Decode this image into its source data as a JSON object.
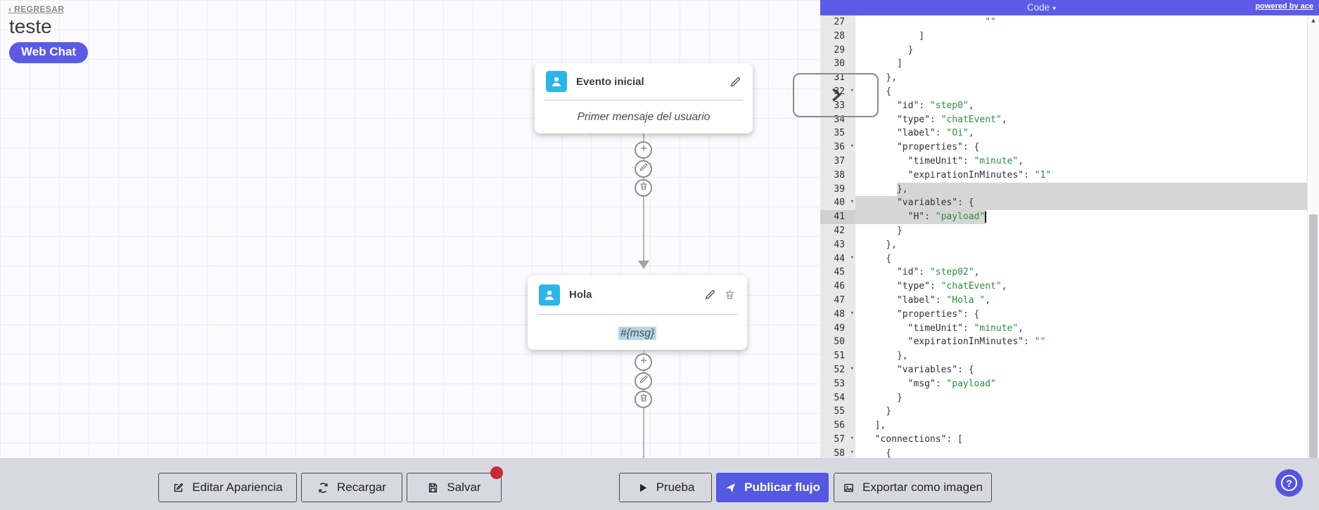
{
  "colors": {
    "accent": "#5b5be6",
    "node_icon_cyan": "#2cb5e8",
    "string_green": "#2d8c3e",
    "selection_gray": "#d6d6d6",
    "unsaved_dot_red": "#c62a3c"
  },
  "icons": {
    "caret_down": "▾",
    "up_arrow": "▲",
    "question": "?"
  },
  "header": {
    "back": "‹ REGRESAR",
    "title": "teste",
    "badge": "Web Chat"
  },
  "canvas": {
    "node1": {
      "title": "Evento inicial",
      "body": "Primer mensaje del usuario"
    },
    "node2": {
      "title": "Hola",
      "body": "#{msg}"
    }
  },
  "code_panel": {
    "title": "Code",
    "credit": "powered by ace",
    "lines": [
      {
        "n": 27,
        "t": "                      \"\""
      },
      {
        "n": 28,
        "t": "          ]"
      },
      {
        "n": 29,
        "t": "        }"
      },
      {
        "n": 30,
        "t": "      ]"
      },
      {
        "n": 31,
        "t": "    },"
      },
      {
        "n": 32,
        "t": "    {",
        "f": true
      },
      {
        "n": 33,
        "t": "      \"id\": \"step0\","
      },
      {
        "n": 34,
        "t": "      \"type\": \"chatEvent\","
      },
      {
        "n": 35,
        "t": "      \"label\": \"Oi\","
      },
      {
        "n": 36,
        "t": "      \"properties\": {",
        "f": true
      },
      {
        "n": 37,
        "t": "        \"timeUnit\": \"minute\","
      },
      {
        "n": 38,
        "t": "        \"expirationInMinutes\": \"1\""
      },
      {
        "n": 39,
        "t": "      },",
        "s": "tail"
      },
      {
        "n": 40,
        "t": "      \"variables\": {",
        "f": true,
        "s": "full"
      },
      {
        "n": 41,
        "t": "        \"H\": \"payload\"",
        "s": "head",
        "c": true,
        "a": true
      },
      {
        "n": 42,
        "t": "      }"
      },
      {
        "n": 43,
        "t": "    },"
      },
      {
        "n": 44,
        "t": "    {",
        "f": true
      },
      {
        "n": 45,
        "t": "      \"id\": \"step02\","
      },
      {
        "n": 46,
        "t": "      \"type\": \"chatEvent\","
      },
      {
        "n": 47,
        "t": "      \"label\": \"Hola \","
      },
      {
        "n": 48,
        "t": "      \"properties\": {",
        "f": true
      },
      {
        "n": 49,
        "t": "        \"timeUnit\": \"minute\","
      },
      {
        "n": 50,
        "t": "        \"expirationInMinutes\": \"\""
      },
      {
        "n": 51,
        "t": "      },"
      },
      {
        "n": 52,
        "t": "      \"variables\": {",
        "f": true
      },
      {
        "n": 53,
        "t": "        \"msg\": \"payload\""
      },
      {
        "n": 54,
        "t": "      }"
      },
      {
        "n": 55,
        "t": "    }"
      },
      {
        "n": 56,
        "t": "  ],"
      },
      {
        "n": 57,
        "t": "  \"connections\": [",
        "f": true
      },
      {
        "n": 58,
        "t": "    {",
        "f": true
      }
    ]
  },
  "toolbar": {
    "edit_appearance": "Editar Apariencia",
    "reload": "Recargar",
    "save": "Salvar",
    "test": "Prueba",
    "publish": "Publicar flujo",
    "export_image": "Exportar como imagen"
  },
  "help": {
    "label": "?"
  }
}
